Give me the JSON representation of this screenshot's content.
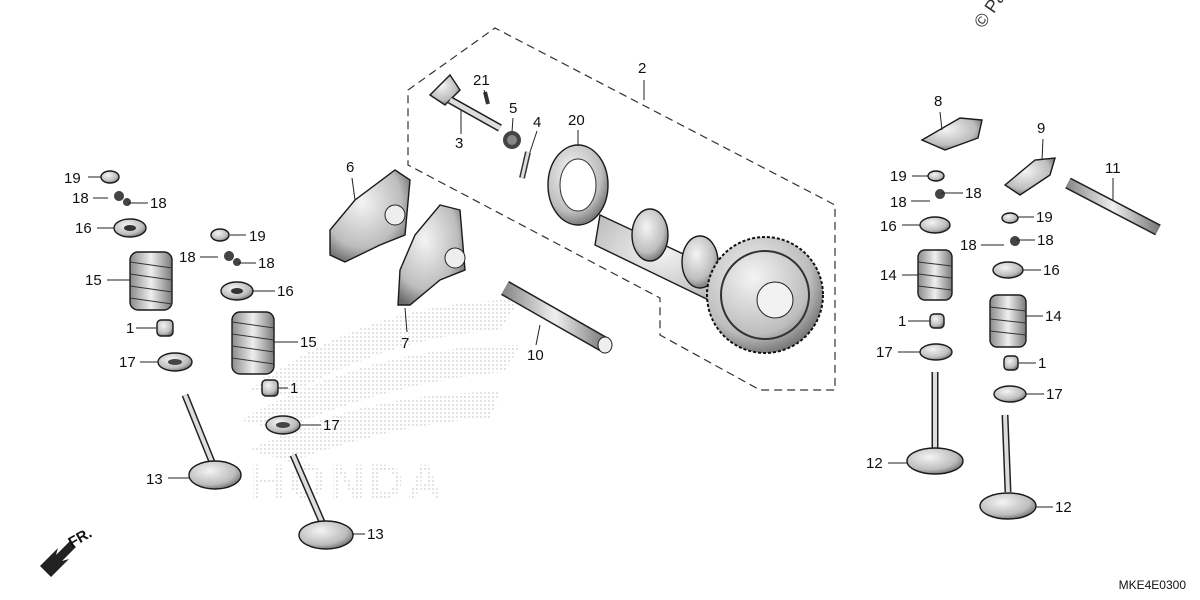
{
  "diagram": {
    "code": "MKE4E0300",
    "copyright": "© Partz",
    "watermark": "HONDA",
    "direction_label": "FR.",
    "part_labels": {
      "p1": "1",
      "p2": "2",
      "p3": "3",
      "p4": "4",
      "p5": "5",
      "p6": "6",
      "p7": "7",
      "p8": "8",
      "p9": "9",
      "p10": "10",
      "p11": "11",
      "p12": "12",
      "p13": "13",
      "p14": "14",
      "p15": "15",
      "p16": "16",
      "p17": "17",
      "p18": "18",
      "p19": "19",
      "p20": "20",
      "p21": "21"
    }
  }
}
